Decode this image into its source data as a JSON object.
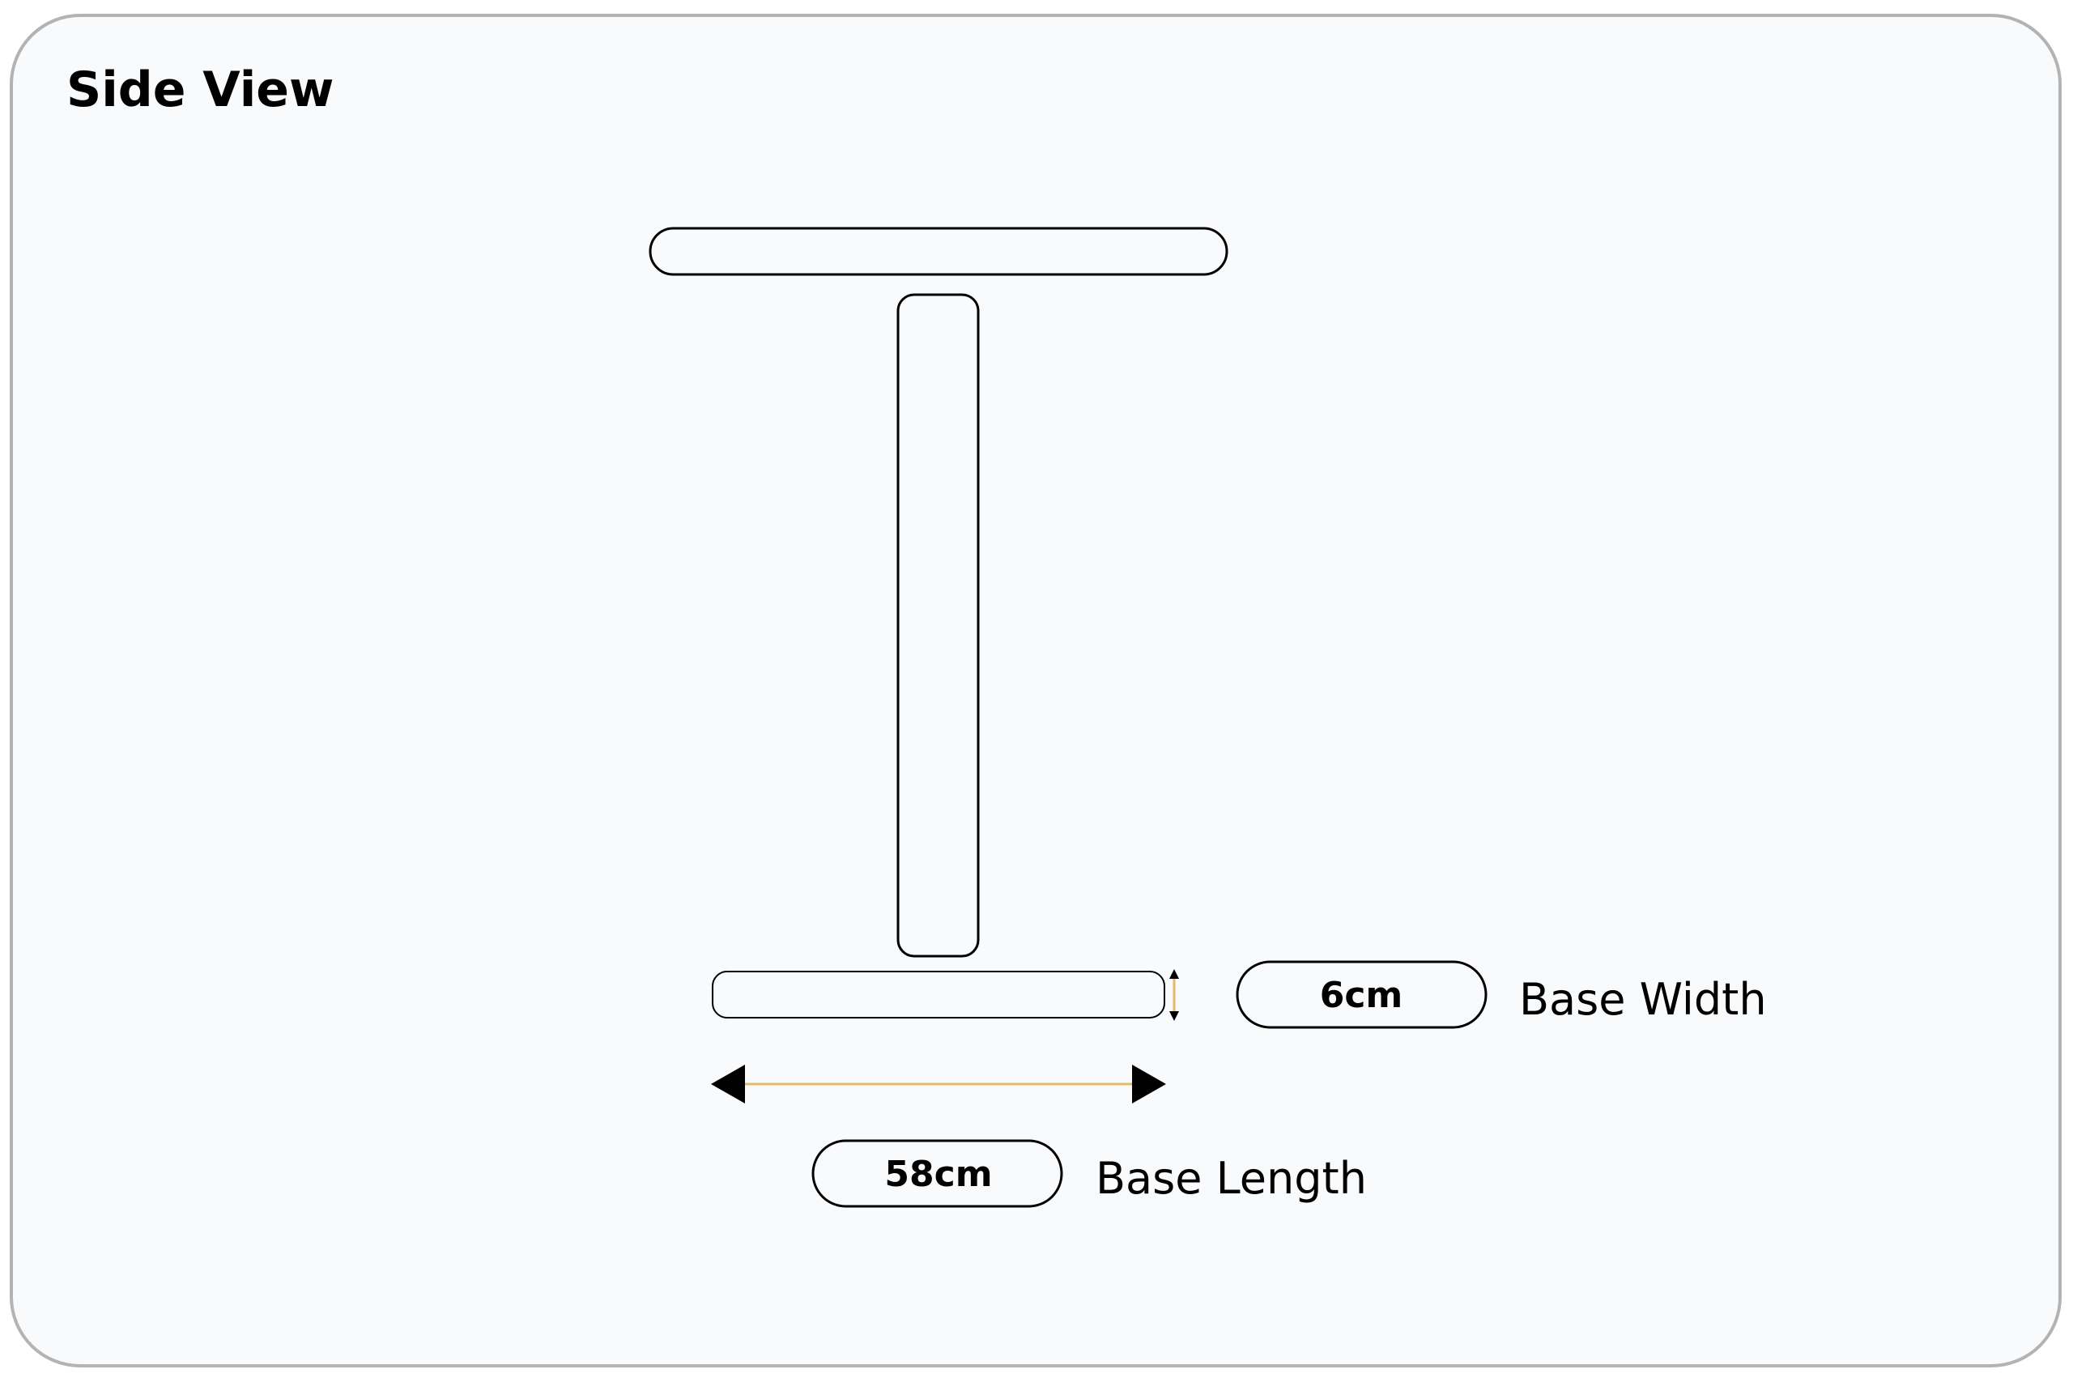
{
  "title": "Side View",
  "dimensions": {
    "base_width": {
      "value": "6cm",
      "label": "Base Width"
    },
    "base_length": {
      "value": "58cm",
      "label": "Base Length"
    }
  },
  "colors": {
    "panel_fill": "#f9fafc",
    "panel_border": "#b3b3b3",
    "outline": "#000000",
    "dimension_line": "#e2b96a"
  }
}
